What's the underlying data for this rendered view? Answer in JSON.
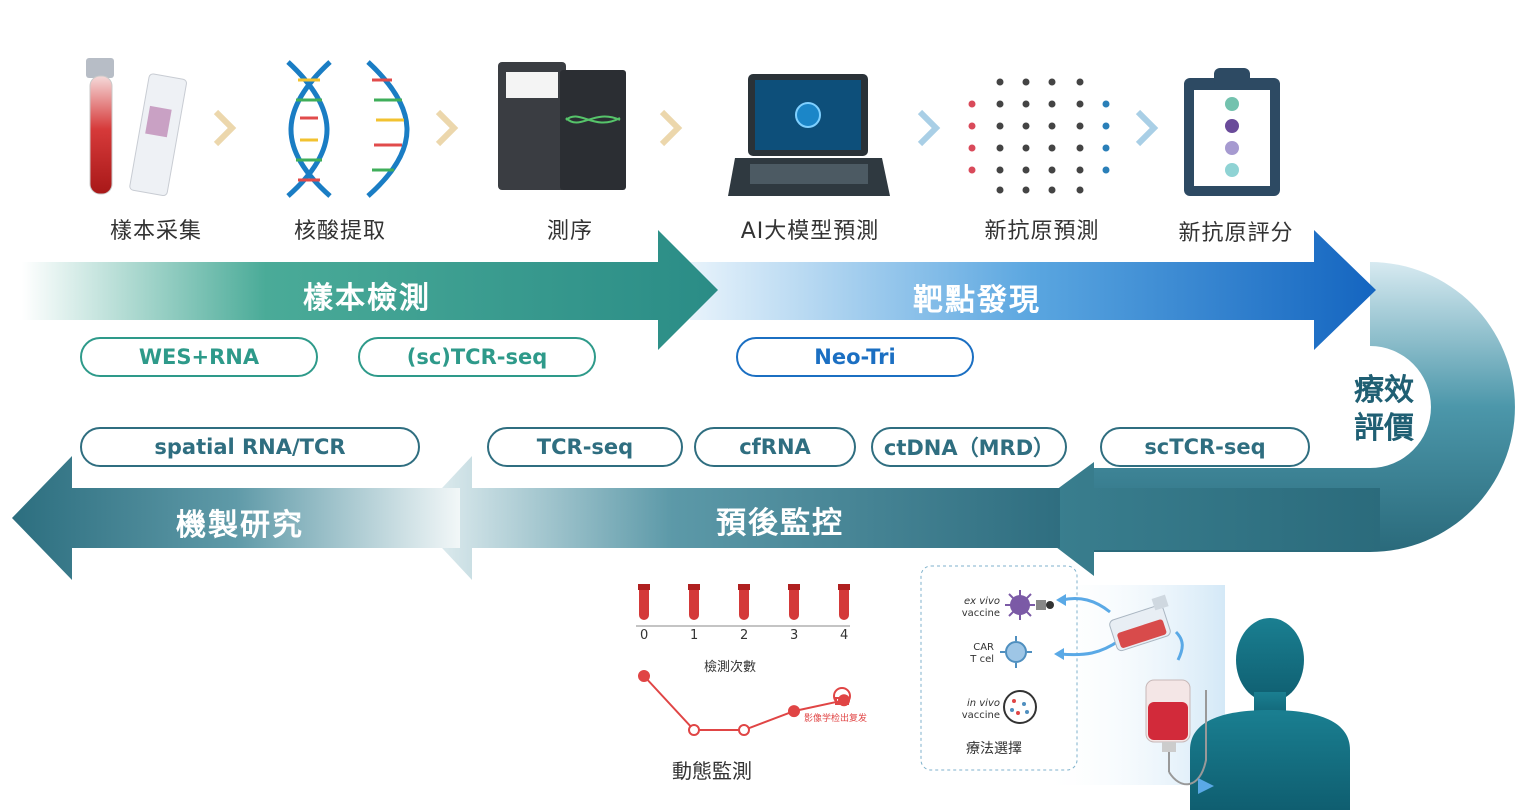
{
  "steps": [
    {
      "label": "樣本采集",
      "icon": "blood-tube-slide-icon"
    },
    {
      "label": "核酸提取",
      "icon": "dna-icon"
    },
    {
      "label": "測序",
      "icon": "sequencer-icon"
    },
    {
      "label": "AI大模型預測",
      "icon": "laptop-ai-icon"
    },
    {
      "label": "新抗原預測",
      "icon": "molecule-grid-icon"
    },
    {
      "label": "新抗原評分",
      "icon": "clipboard-icon"
    }
  ],
  "bands": {
    "top_left": "樣本檢測",
    "top_right": "靶點發現",
    "side": [
      "療效",
      "評價"
    ],
    "bottom_mid": "預後監控",
    "bottom_left": "機製研究"
  },
  "pills": {
    "wes": "WES+RNA",
    "sctcr_top": "(sc)TCR-seq",
    "neotri": "Neo-Tri",
    "spatial": "spatial RNA/TCR",
    "tcr": "TCR-seq",
    "cfrna": "cfRNA",
    "ctdna": "ctDNA（MRD）",
    "sctcr": "scTCR-seq"
  },
  "monitor": {
    "tick_labels": [
      "0",
      "1",
      "2",
      "3",
      "4"
    ],
    "x_caption": "檢測次數",
    "annotation": "影像学检出复发",
    "caption": "動態監測",
    "chart_data": {
      "type": "line",
      "x": [
        0,
        1,
        2,
        3,
        4
      ],
      "values": [
        1.0,
        0.0,
        0.0,
        0.35,
        0.55
      ],
      "xlabel": "檢測次數"
    }
  },
  "therapy": {
    "exvivo": [
      "ex vivo",
      "vaccine"
    ],
    "car": [
      "CAR",
      "T cel"
    ],
    "invivo": [
      "in vivo",
      "vaccine"
    ],
    "caption": "療法選擇"
  },
  "colors": {
    "teal": "#2e9a8a",
    "blue": "#1b6fc2",
    "dark_teal": "#2f6e80",
    "chev_gold": "#ecd7ac",
    "chev_blue": "#a9cfe6",
    "red": "#e04545"
  }
}
